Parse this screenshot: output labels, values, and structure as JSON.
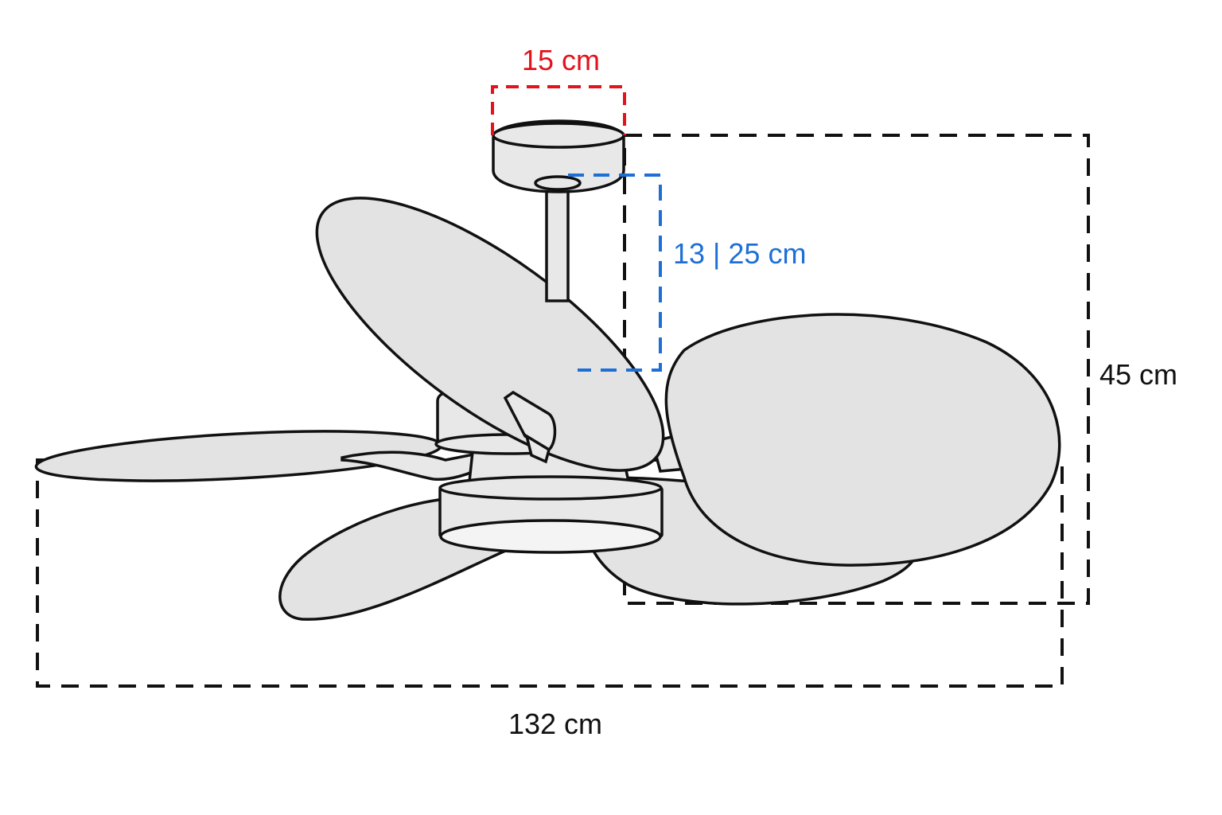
{
  "diagram": {
    "dimensions": {
      "canopy_width": "15 cm",
      "downrod_length": "13 | 25 cm",
      "total_height": "45 cm",
      "blade_span": "132 cm"
    },
    "colors": {
      "canopy_width": "#e3121c",
      "downrod_length": "#1d6fd6",
      "outline": "#111111",
      "dimension_text": "#111111"
    }
  }
}
